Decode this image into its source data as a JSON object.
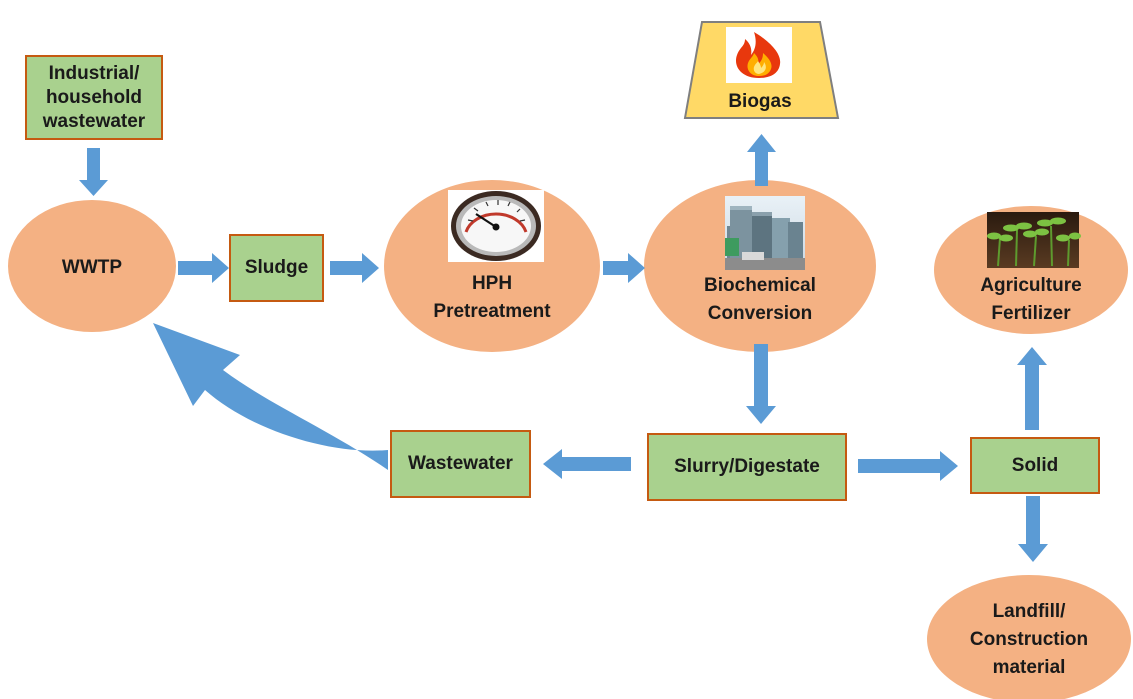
{
  "diagram": {
    "nodes": {
      "input": "Industrial/\nhousehold\nwastewater",
      "wwtp": "WWTP",
      "sludge": "Sludge",
      "hph": "HPH\nPretreatment",
      "biochem": "Biochemical\nConversion",
      "biogas": "Biogas",
      "agri": "Agriculture\nFertilizer",
      "wastewater": "Wastewater",
      "slurry": "Slurry/Digestate",
      "solid": "Solid",
      "landfill": "Landfill/\nConstruction\nmaterial"
    },
    "icons": {
      "flame": "flame-icon",
      "pressure_gauge": "pressure-gauge-icon",
      "biogas_plant": "biogas-plant-icon",
      "seedlings": "seedlings-icon"
    },
    "colors": {
      "box_fill": "#a9d18e",
      "box_border": "#c55a11",
      "ellipse_fill": "#f4b183",
      "arrow": "#5b9bd5",
      "biogas_fill": "#ffd966"
    }
  }
}
